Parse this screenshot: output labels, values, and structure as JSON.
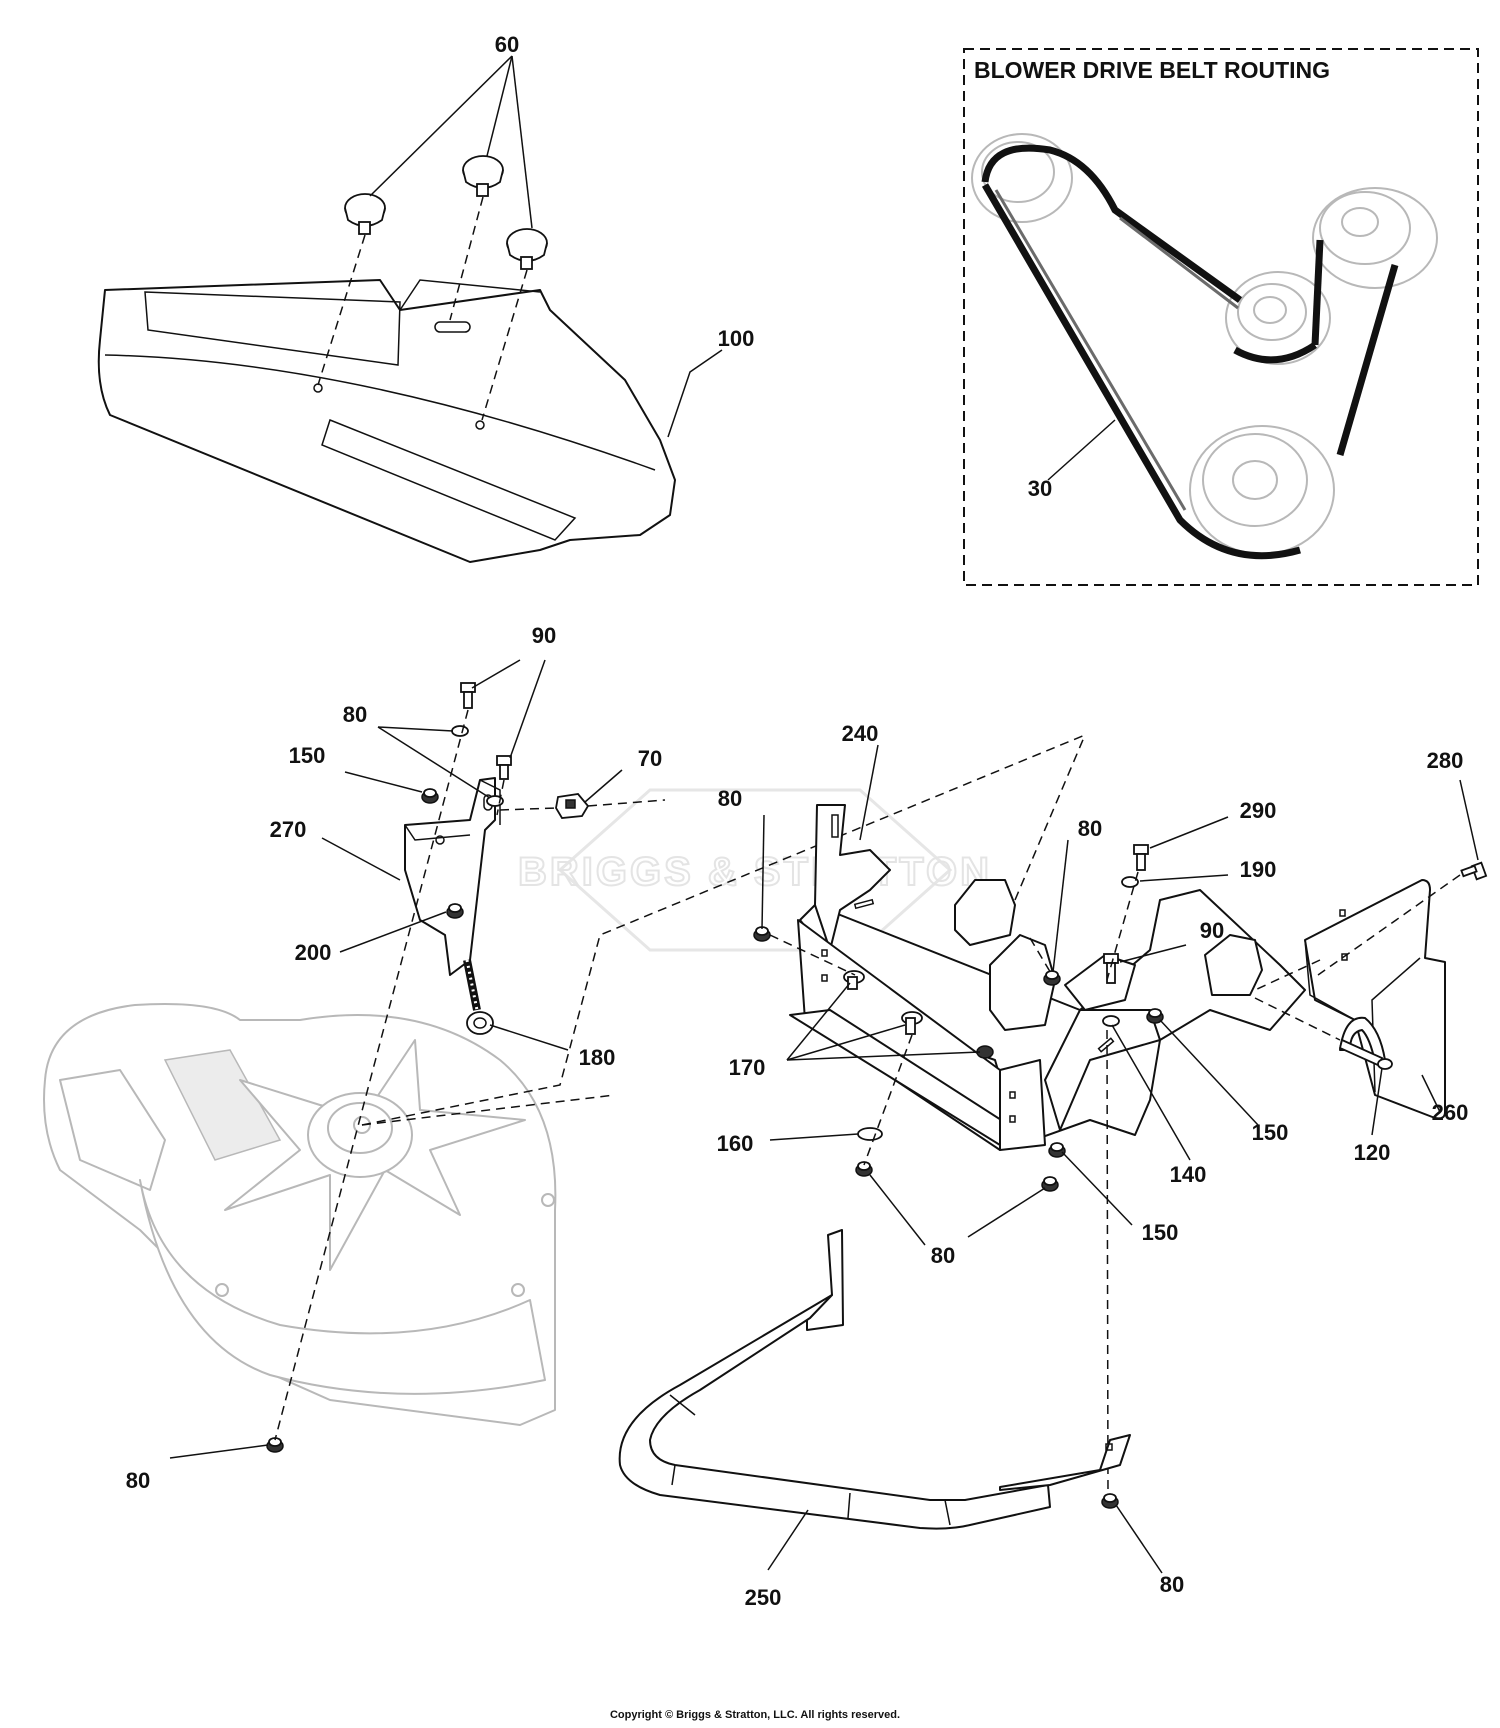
{
  "inset": {
    "title": "BLOWER DRIVE BELT ROUTING"
  },
  "watermark": "BRIGGS & STRATTON",
  "copyright": "Copyright © Briggs & Stratton, LLC. All rights reserved.",
  "callouts": {
    "c60": "60",
    "c100": "100",
    "c30": "30",
    "c90a": "90",
    "c80a": "80",
    "c150a": "150",
    "c70": "70",
    "c270": "270",
    "c200": "200",
    "c180": "180",
    "c240": "240",
    "c80b": "80",
    "c80c": "80",
    "c290": "290",
    "c190": "190",
    "c90b": "90",
    "c280": "280",
    "c170": "170",
    "c160": "160",
    "c80d": "80",
    "c150b": "150",
    "c140": "140",
    "c150c": "150",
    "c120": "120",
    "c260": "260",
    "c80e": "80",
    "c250": "250",
    "c80f": "80"
  }
}
